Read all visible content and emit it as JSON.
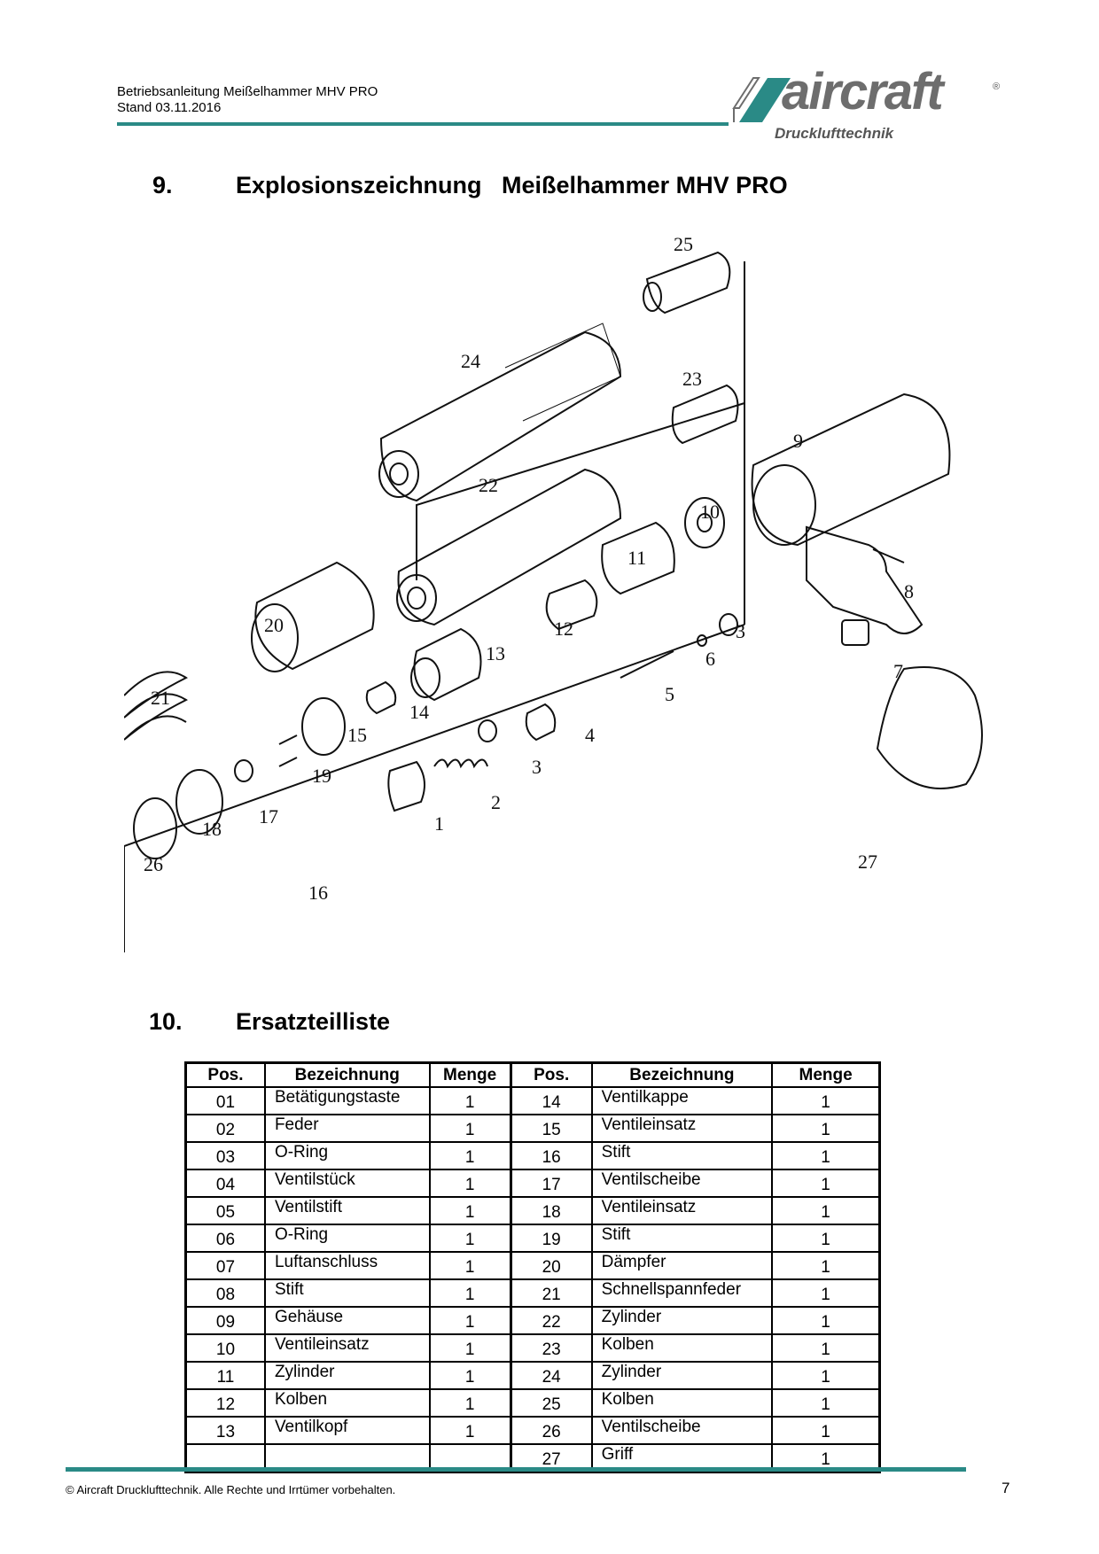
{
  "header": {
    "line1": "Betriebsanleitung Meißelhammer MHV PRO",
    "line2": "Stand 03.11.2016"
  },
  "logo": {
    "word": "aircraft",
    "registered": "®",
    "subtitle": "Drucklufttechnik",
    "colors": {
      "brand_gray": "#6d6d6d",
      "accent_teal": "#2a8a86"
    }
  },
  "section9": {
    "number": "9.",
    "title": "Explosionszeichnung   Meißelhammer MHV PRO"
  },
  "drawing": {
    "callouts": [
      "25",
      "24",
      "23",
      "9",
      "22",
      "10",
      "11",
      "8",
      "20",
      "12",
      "3",
      "7",
      "21",
      "13",
      "6",
      "5",
      "14",
      "15",
      "4",
      "19",
      "3",
      "2",
      "17",
      "1",
      "18",
      "26",
      "16",
      "27"
    ]
  },
  "section10": {
    "number": "10.",
    "title": "Ersatzteilliste"
  },
  "table": {
    "headers": [
      "Pos.",
      "Bezeichnung",
      "Menge",
      "Pos.",
      "Bezeichnung",
      "Menge"
    ],
    "rows": [
      [
        "01",
        "Betätigungstaste",
        "1",
        "14",
        "Ventilkappe",
        "1"
      ],
      [
        "02",
        "Feder",
        "1",
        "15",
        "Ventileinsatz",
        "1"
      ],
      [
        "03",
        "O-Ring",
        "1",
        "16",
        "Stift",
        "1"
      ],
      [
        "04",
        "Ventilstück",
        "1",
        "17",
        "Ventilscheibe",
        "1"
      ],
      [
        "05",
        "Ventilstift",
        "1",
        "18",
        "Ventileinsatz",
        "1"
      ],
      [
        "06",
        "O-Ring",
        "1",
        "19",
        "Stift",
        "1"
      ],
      [
        "07",
        "Luftanschluss",
        "1",
        "20",
        "Dämpfer",
        "1"
      ],
      [
        "08",
        "Stift",
        "1",
        "21",
        "Schnellspannfeder",
        "1"
      ],
      [
        "09",
        "Gehäuse",
        "1",
        "22",
        "Zylinder",
        "1"
      ],
      [
        "10",
        "Ventileinsatz",
        "1",
        "23",
        "Kolben",
        "1"
      ],
      [
        "11",
        "Zylinder",
        "1",
        "24",
        "Zylinder",
        "1"
      ],
      [
        "12",
        "Kolben",
        "1",
        "25",
        "Kolben",
        "1"
      ],
      [
        "13",
        "Ventilkopf",
        "1",
        "26",
        "Ventilscheibe",
        "1"
      ],
      [
        "",
        "",
        "",
        "27",
        "Griff",
        "1"
      ]
    ]
  },
  "footer": {
    "copyright": "© Aircraft Drucklufttechnik. Alle Rechte und Irrtümer vorbehalten.",
    "page": "7"
  }
}
